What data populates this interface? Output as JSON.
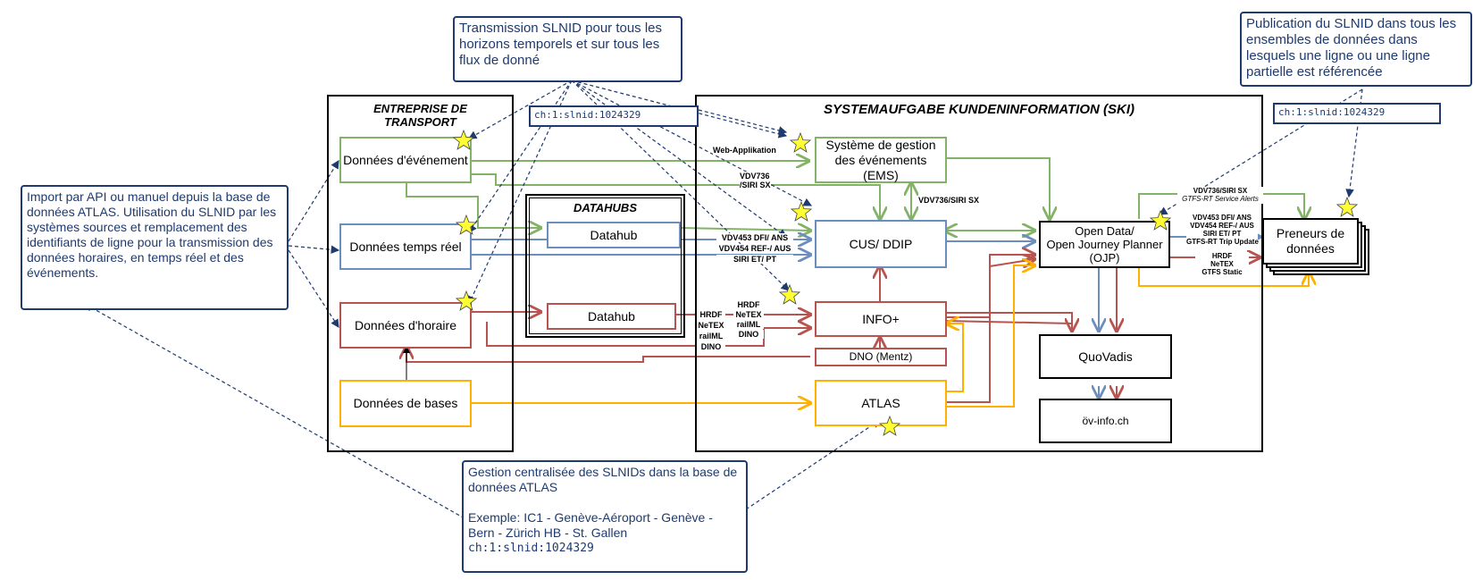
{
  "containers": {
    "entreprise": "ENTREPRISE DE TRANSPORT",
    "datahubs": "DATAHUBS",
    "ski": "SYSTEMAUFGABE KUNDENINFORMATION (SKI)"
  },
  "nodes": {
    "evenement": "Données d'événement",
    "temps_reel": "Données temps réel",
    "horaire": "Données d'horaire",
    "bases": "Données de bases",
    "datahub_blue": "Datahub",
    "datahub_red": "Datahub",
    "ems_line1": "Système de gestion",
    "ems_line2": "des événements (EMS)",
    "cus": "CUS/ DDIP",
    "info_plus": "INFO+",
    "dno": "DNO (Mentz)",
    "atlas": "ATLAS",
    "ojp_line1": "Open Data/",
    "ojp_line2": "Open Journey Planner",
    "ojp_line3": "(OJP)",
    "quovadis": "QuoVadis",
    "ovinfo": "öv-info.ch",
    "preneurs_line1": "Preneurs de",
    "preneurs_line2": "données"
  },
  "notes": {
    "transmission": "Transmission SLNID pour tous les horizons temporels et sur tous les flux de donné",
    "import": "Import par API ou manuel depuis la base de données ATLAS. Utilisation du SLNID par les systèmes sources et remplacement des identifiants de ligne pour la transmission des données horaires, en temps réel et des événements.",
    "publication": "Publication du SLNID dans tous les ensembles de données dans lesquels une ligne ou une ligne partielle est référencée",
    "gestion_line1": "Gestion centralisée des SLNIDs dans la base de données ATLAS",
    "gestion_line2": "Exemple:  IC1 - Genève-Aéroport - Genève - Bern - Zürich HB - St. Gallen",
    "gestion_code": "ch:1:slnid:1024329"
  },
  "codes": {
    "top_center": "ch:1:slnid:1024329",
    "top_right": "ch:1:slnid:1024329"
  },
  "labels": {
    "web_app": "Web-Applikation",
    "vdv736_1": "VDV736",
    "vdv736_2": "/SIRI SX",
    "vdv736_siri": "VDV736/SIRI SX",
    "vdv453_1": "VDV453 DFI/ ANS",
    "vdv453_2": "VDV454 REF-/ AUS",
    "vdv453_3": "SIRI ET/ PT",
    "hrdf_l_1": "HRDF",
    "hrdf_l_2": "NeTEX",
    "hrdf_l_3": "railML",
    "hrdf_l_4": "DINO",
    "hrdf_r_1": "HRDF",
    "hrdf_r_2": "NeTEX",
    "hrdf_r_3": "railML",
    "hrdf_r_4": "DINO",
    "out_g_1": "VDV736/SIRI SX",
    "out_g_2": "GTFS-RT Service Alerts",
    "out_b_1": "VDV453 DFI/ ANS",
    "out_b_2": "VDV454 REF-/ AUS",
    "out_b_3": "SIRI ET/ PT",
    "out_b_4": "GTFS-RT Trip Update",
    "out_r_1": "HRDF",
    "out_r_2": "NeTEX",
    "out_r_3": "GTFS Static"
  },
  "colors": {
    "green": "#82b366",
    "blue": "#6c8ebf",
    "red": "#b85450",
    "orange": "#ffb000",
    "navy": "#1e3a6e",
    "star": "#ffff33"
  },
  "icons": [
    "star-icon"
  ]
}
